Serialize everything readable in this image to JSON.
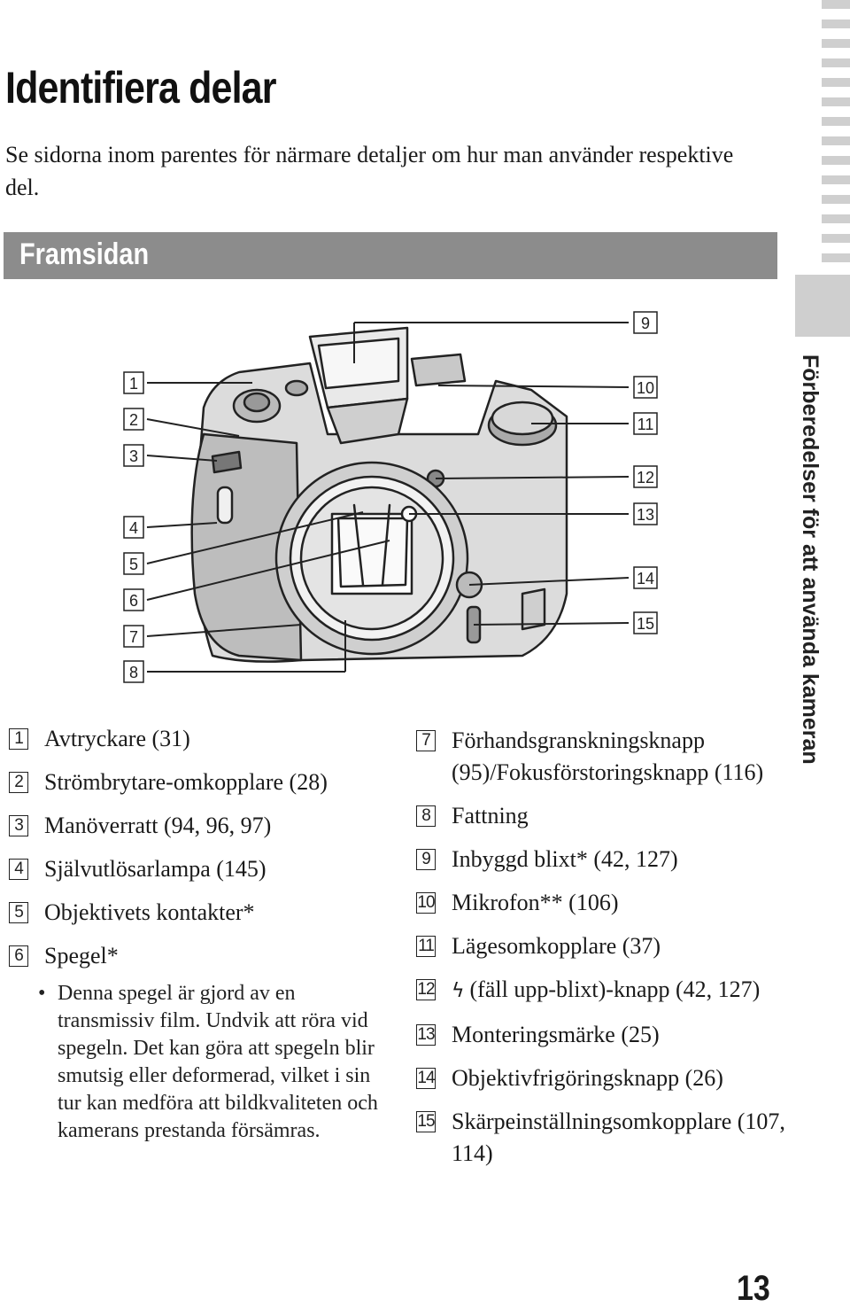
{
  "page": {
    "title": "Identifiera delar",
    "intro": "Se sidorna inom parentes för närmare detaljer om hur man använder respektive del.",
    "section": "Framsidan",
    "side_label": "Förberedelser för att använda kameran",
    "page_number": "13"
  },
  "callouts": [
    "1",
    "2",
    "3",
    "4",
    "5",
    "6",
    "7",
    "8",
    "9",
    "10",
    "11",
    "12",
    "13",
    "14",
    "15"
  ],
  "items_left": [
    {
      "num": "1",
      "text": "Avtryckare (31)"
    },
    {
      "num": "2",
      "text": "Strömbrytare-omkopplare (28)"
    },
    {
      "num": "3",
      "text": "Manöverratt (94, 96, 97)"
    },
    {
      "num": "4",
      "text": "Självutlösarlampa (145)"
    },
    {
      "num": "5",
      "text": "Objektivets kontakter*"
    },
    {
      "num": "6",
      "text": "Spegel*"
    }
  ],
  "note": {
    "bullet": "•",
    "text": "Denna spegel är gjord av en transmissiv film. Undvik att röra vid spegeln. Det kan göra att spegeln blir smutsig eller deformerad, vilket i sin tur kan medföra att bildkvaliteten och kamerans prestanda försämras."
  },
  "items_right": [
    {
      "num": "7",
      "text": "Förhandsgranskningsknapp (95)/Fokusförstoringsknapp (116)"
    },
    {
      "num": "8",
      "text": "Fattning"
    },
    {
      "num": "9",
      "text": "Inbyggd blixt* (42, 127)"
    },
    {
      "num": "10",
      "text": "Mikrofon** (106)"
    },
    {
      "num": "11",
      "text": "Lägesomkopplare (37)"
    },
    {
      "num": "12",
      "icon": "flash-bolt-icon",
      "glyph": "ϟ",
      "text": "(fäll upp-blixt)-knapp (42, 127)"
    },
    {
      "num": "13",
      "text": "Monteringsmärke (25)"
    },
    {
      "num": "14",
      "text": "Objektivfrigöringsknapp (26)"
    },
    {
      "num": "15",
      "text": "Skärpeinställningsomkopplare (107, 114)"
    }
  ]
}
